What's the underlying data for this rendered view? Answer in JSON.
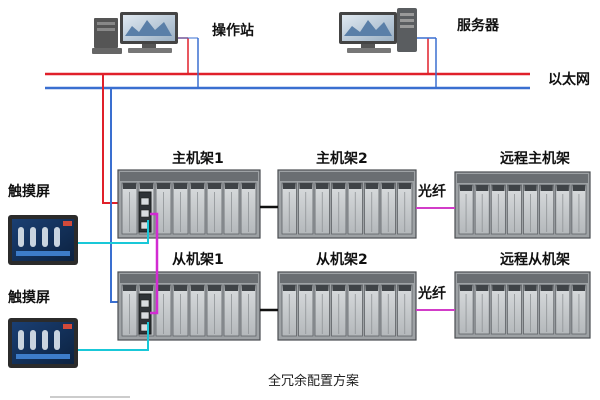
{
  "labels": {
    "operator_station": "操作站",
    "server": "服务器",
    "ethernet": "以太网",
    "main_rack_1": "主机架1",
    "main_rack_2": "主机架2",
    "remote_main_rack": "远程主机架",
    "slave_rack_1": "从机架1",
    "slave_rack_2": "从机架2",
    "remote_slave_rack": "远程从机架",
    "fiber_top": "光纤",
    "fiber_bottom": "光纤",
    "touchscreen_top": "触摸屏",
    "touchscreen_bottom": "触摸屏",
    "caption": "全冗余配置方案"
  },
  "colors": {
    "ethernet_red": "#e0202a",
    "ethernet_blue": "#3a6fd0",
    "hmi_link_cyan": "#19c8d8",
    "sync_magenta": "#d22bd2",
    "fiber_link": "#d23cc8",
    "rack_body": "#bfc2c4",
    "rack_dark": "#555a5e"
  },
  "icons": {
    "workstation": "desktop-computer-icon",
    "server": "tower-server-icon",
    "hmi": "touch-panel-icon"
  }
}
